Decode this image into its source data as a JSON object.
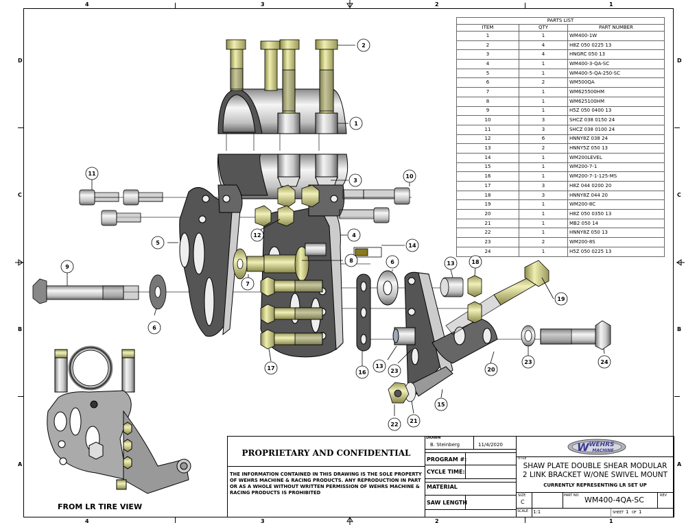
{
  "sheet": {
    "zones_top": [
      "4",
      "3",
      "2",
      "1"
    ],
    "zones_bottom": [
      "4",
      "3",
      "2",
      "1"
    ],
    "zones_left": [
      "D",
      "C",
      "B",
      "A"
    ],
    "zones_right": [
      "D",
      "C",
      "B",
      "A"
    ]
  },
  "parts_list": {
    "title": "PARTS LIST",
    "headers": [
      "ITEM",
      "QTY",
      "PART NUMBER"
    ],
    "rows": [
      {
        "item": "1",
        "qty": "1",
        "part": "WM400-1W"
      },
      {
        "item": "2",
        "qty": "4",
        "part": "H8Z 050 0225 13"
      },
      {
        "item": "3",
        "qty": "4",
        "part": "HNGRC 050 13"
      },
      {
        "item": "4",
        "qty": "1",
        "part": "WM400-3-QA-SC"
      },
      {
        "item": "5",
        "qty": "1",
        "part": "WM400-5-QA-250-SC"
      },
      {
        "item": "6",
        "qty": "2",
        "part": "WM500QA"
      },
      {
        "item": "7",
        "qty": "1",
        "part": "WM625500HM"
      },
      {
        "item": "8",
        "qty": "1",
        "part": "WM625100HM"
      },
      {
        "item": "9",
        "qty": "1",
        "part": "H5Z 050 0400 13"
      },
      {
        "item": "10",
        "qty": "3",
        "part": "SHCZ 038 0150 24"
      },
      {
        "item": "11",
        "qty": "3",
        "part": "SHCZ 038 0100 24"
      },
      {
        "item": "12",
        "qty": "6",
        "part": "HNNY8Z 038 24"
      },
      {
        "item": "13",
        "qty": "2",
        "part": "HNNY5Z 050 13"
      },
      {
        "item": "14",
        "qty": "1",
        "part": "WM200LEVEL"
      },
      {
        "item": "15",
        "qty": "1",
        "part": "WM200-7-1"
      },
      {
        "item": "16",
        "qty": "1",
        "part": "WM200-7-1-125-MS"
      },
      {
        "item": "17",
        "qty": "3",
        "part": "H8Z 044 0200 20"
      },
      {
        "item": "18",
        "qty": "3",
        "part": "HNNY8Z 044 20"
      },
      {
        "item": "19",
        "qty": "1",
        "part": "WM200-8C"
      },
      {
        "item": "20",
        "qty": "1",
        "part": "H8Z 050 0350 13"
      },
      {
        "item": "21",
        "qty": "1",
        "part": "MB2 050 14"
      },
      {
        "item": "22",
        "qty": "1",
        "part": "HNNY8Z 050 13"
      },
      {
        "item": "23",
        "qty": "2",
        "part": "WM200-8S"
      },
      {
        "item": "24",
        "qty": "1",
        "part": "H5Z 050 0225 13"
      }
    ]
  },
  "balloons": [
    "1",
    "2",
    "3",
    "4",
    "5",
    "6",
    "6",
    "7",
    "8",
    "9",
    "10",
    "11",
    "12",
    "13",
    "13",
    "14",
    "15",
    "16",
    "17",
    "18",
    "19",
    "20",
    "21",
    "22",
    "23",
    "23",
    "24"
  ],
  "detail_view": {
    "label": "FROM LR TIRE VIEW"
  },
  "title_block": {
    "proprietary_heading": "PROPRIETARY AND CONFIDENTIAL",
    "notice": "THE INFORMATION CONTAINED IN THIS DRAWING IS THE SOLE PROPERTY OF WEHRS MACHINE & RACING PRODUCTS. ANY REPRODUCTION IN PART OR AS A WHOLE WITHOUT WRITTEN PERMISSION OF WEHRS MACHINE & RACING PRODUCTS IS PROHIBITED",
    "drawn_label": "DRAWN",
    "drawn_by": "B. Steinberg",
    "drawn_date": "11/4/2020",
    "program_label": "PROGRAM #:",
    "program_value": "",
    "cycle_label": "CYCLE TIME:",
    "cycle_value": "",
    "material_label": "MATERIAL",
    "saw_label": "SAW LENGTH",
    "logo_text": "WEHRS",
    "logo_sub": "MACHINE",
    "title_label": "TITLE",
    "title_line1": "SHAW PLATE DOUBLE SHEAR MODULAR",
    "title_line2": "2 LINK BRACKET W/ONE SWIVEL MOUNT",
    "subtitle": "CURRENTLY REPRESENTING LR SET UP",
    "size_label": "SIZE",
    "size_value": "C",
    "partno_label": "PART NO",
    "partno_value": "WM400-4QA-SC",
    "rev_label": "REV",
    "scale_label": "SCALE",
    "scale_value": "1:1",
    "sheet_label": "SHEET",
    "sheet_value": "1",
    "of_label": "OF",
    "sheet_total": "1"
  }
}
